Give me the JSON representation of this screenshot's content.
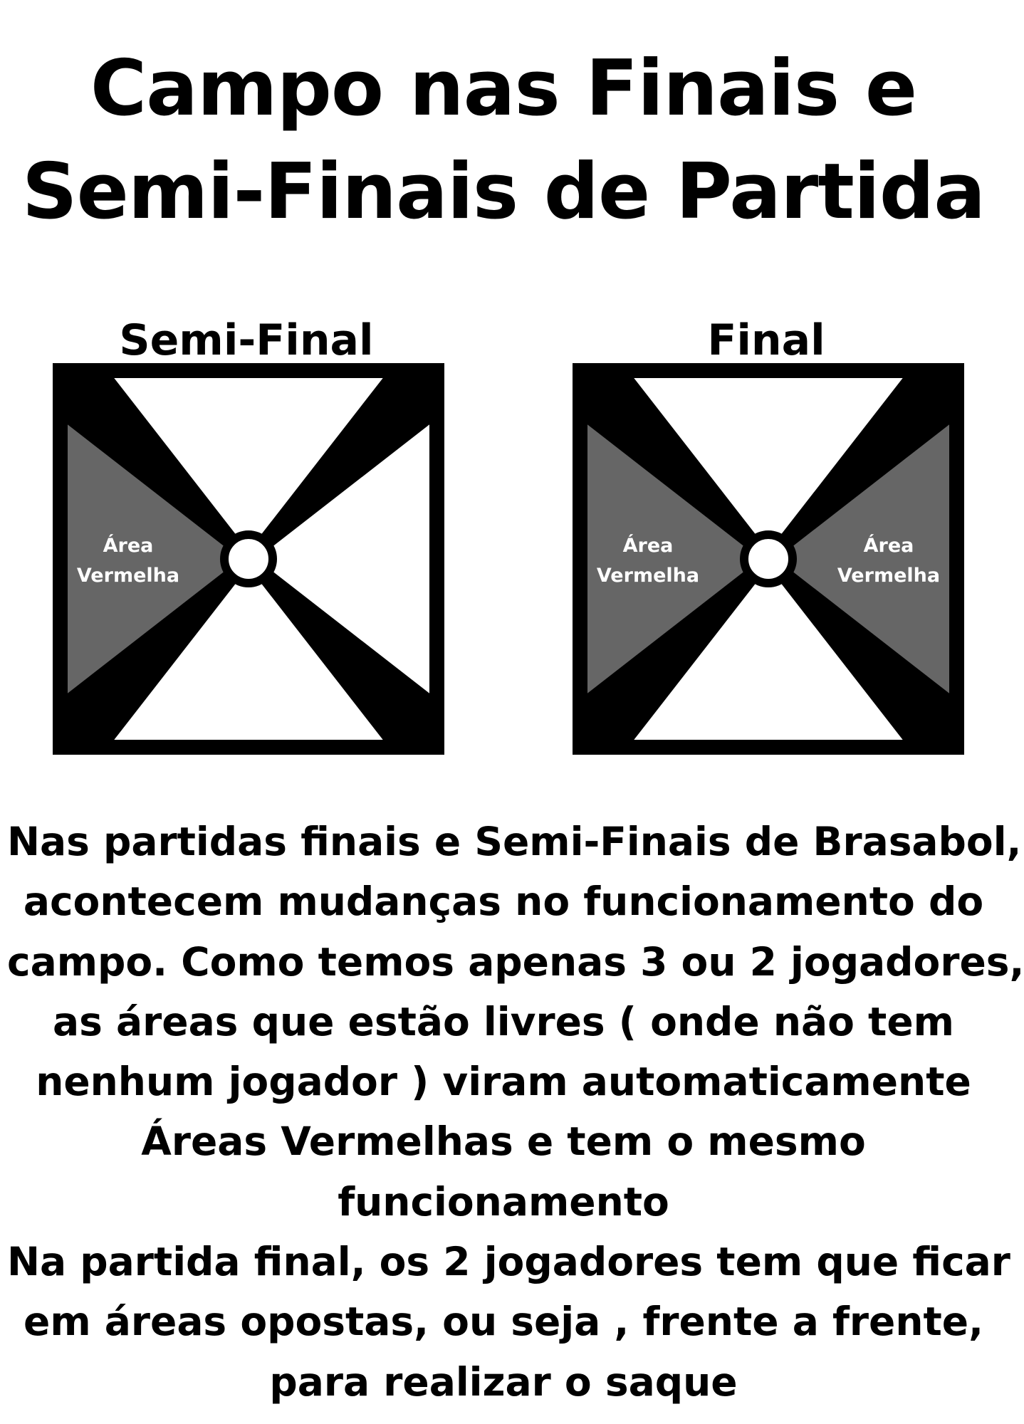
{
  "title": {
    "lines": [
      "Campo nas Finais e",
      "Semi-Finais de Partida"
    ]
  },
  "panels": [
    {
      "label": "Semi-Final",
      "red_areas": [
        "left"
      ],
      "area_label": [
        "Área",
        "Vermelha"
      ]
    },
    {
      "label": "Final",
      "red_areas": [
        "left",
        "right"
      ],
      "area_label": [
        "Área",
        "Vermelha"
      ]
    }
  ],
  "colors": {
    "border": "#000000",
    "red_area": "#666666",
    "free_area": "#ffffff"
  },
  "body": {
    "lines": [
      "Nas partidas finais e Semi-Finais de Brasabol,",
      "acontecem mudanças no funcionamento do",
      "campo. Como temos apenas 3 ou 2 jogadores,",
      "as áreas que estão livres ( onde não tem",
      "nenhum jogador ) viram automaticamente",
      "Áreas Vermelhas e tem o mesmo",
      "funcionamento",
      "Na partida final, os 2 jogadores tem que ficar",
      "em áreas opostas, ou seja , frente a frente,",
      "para realizar o saque"
    ]
  }
}
